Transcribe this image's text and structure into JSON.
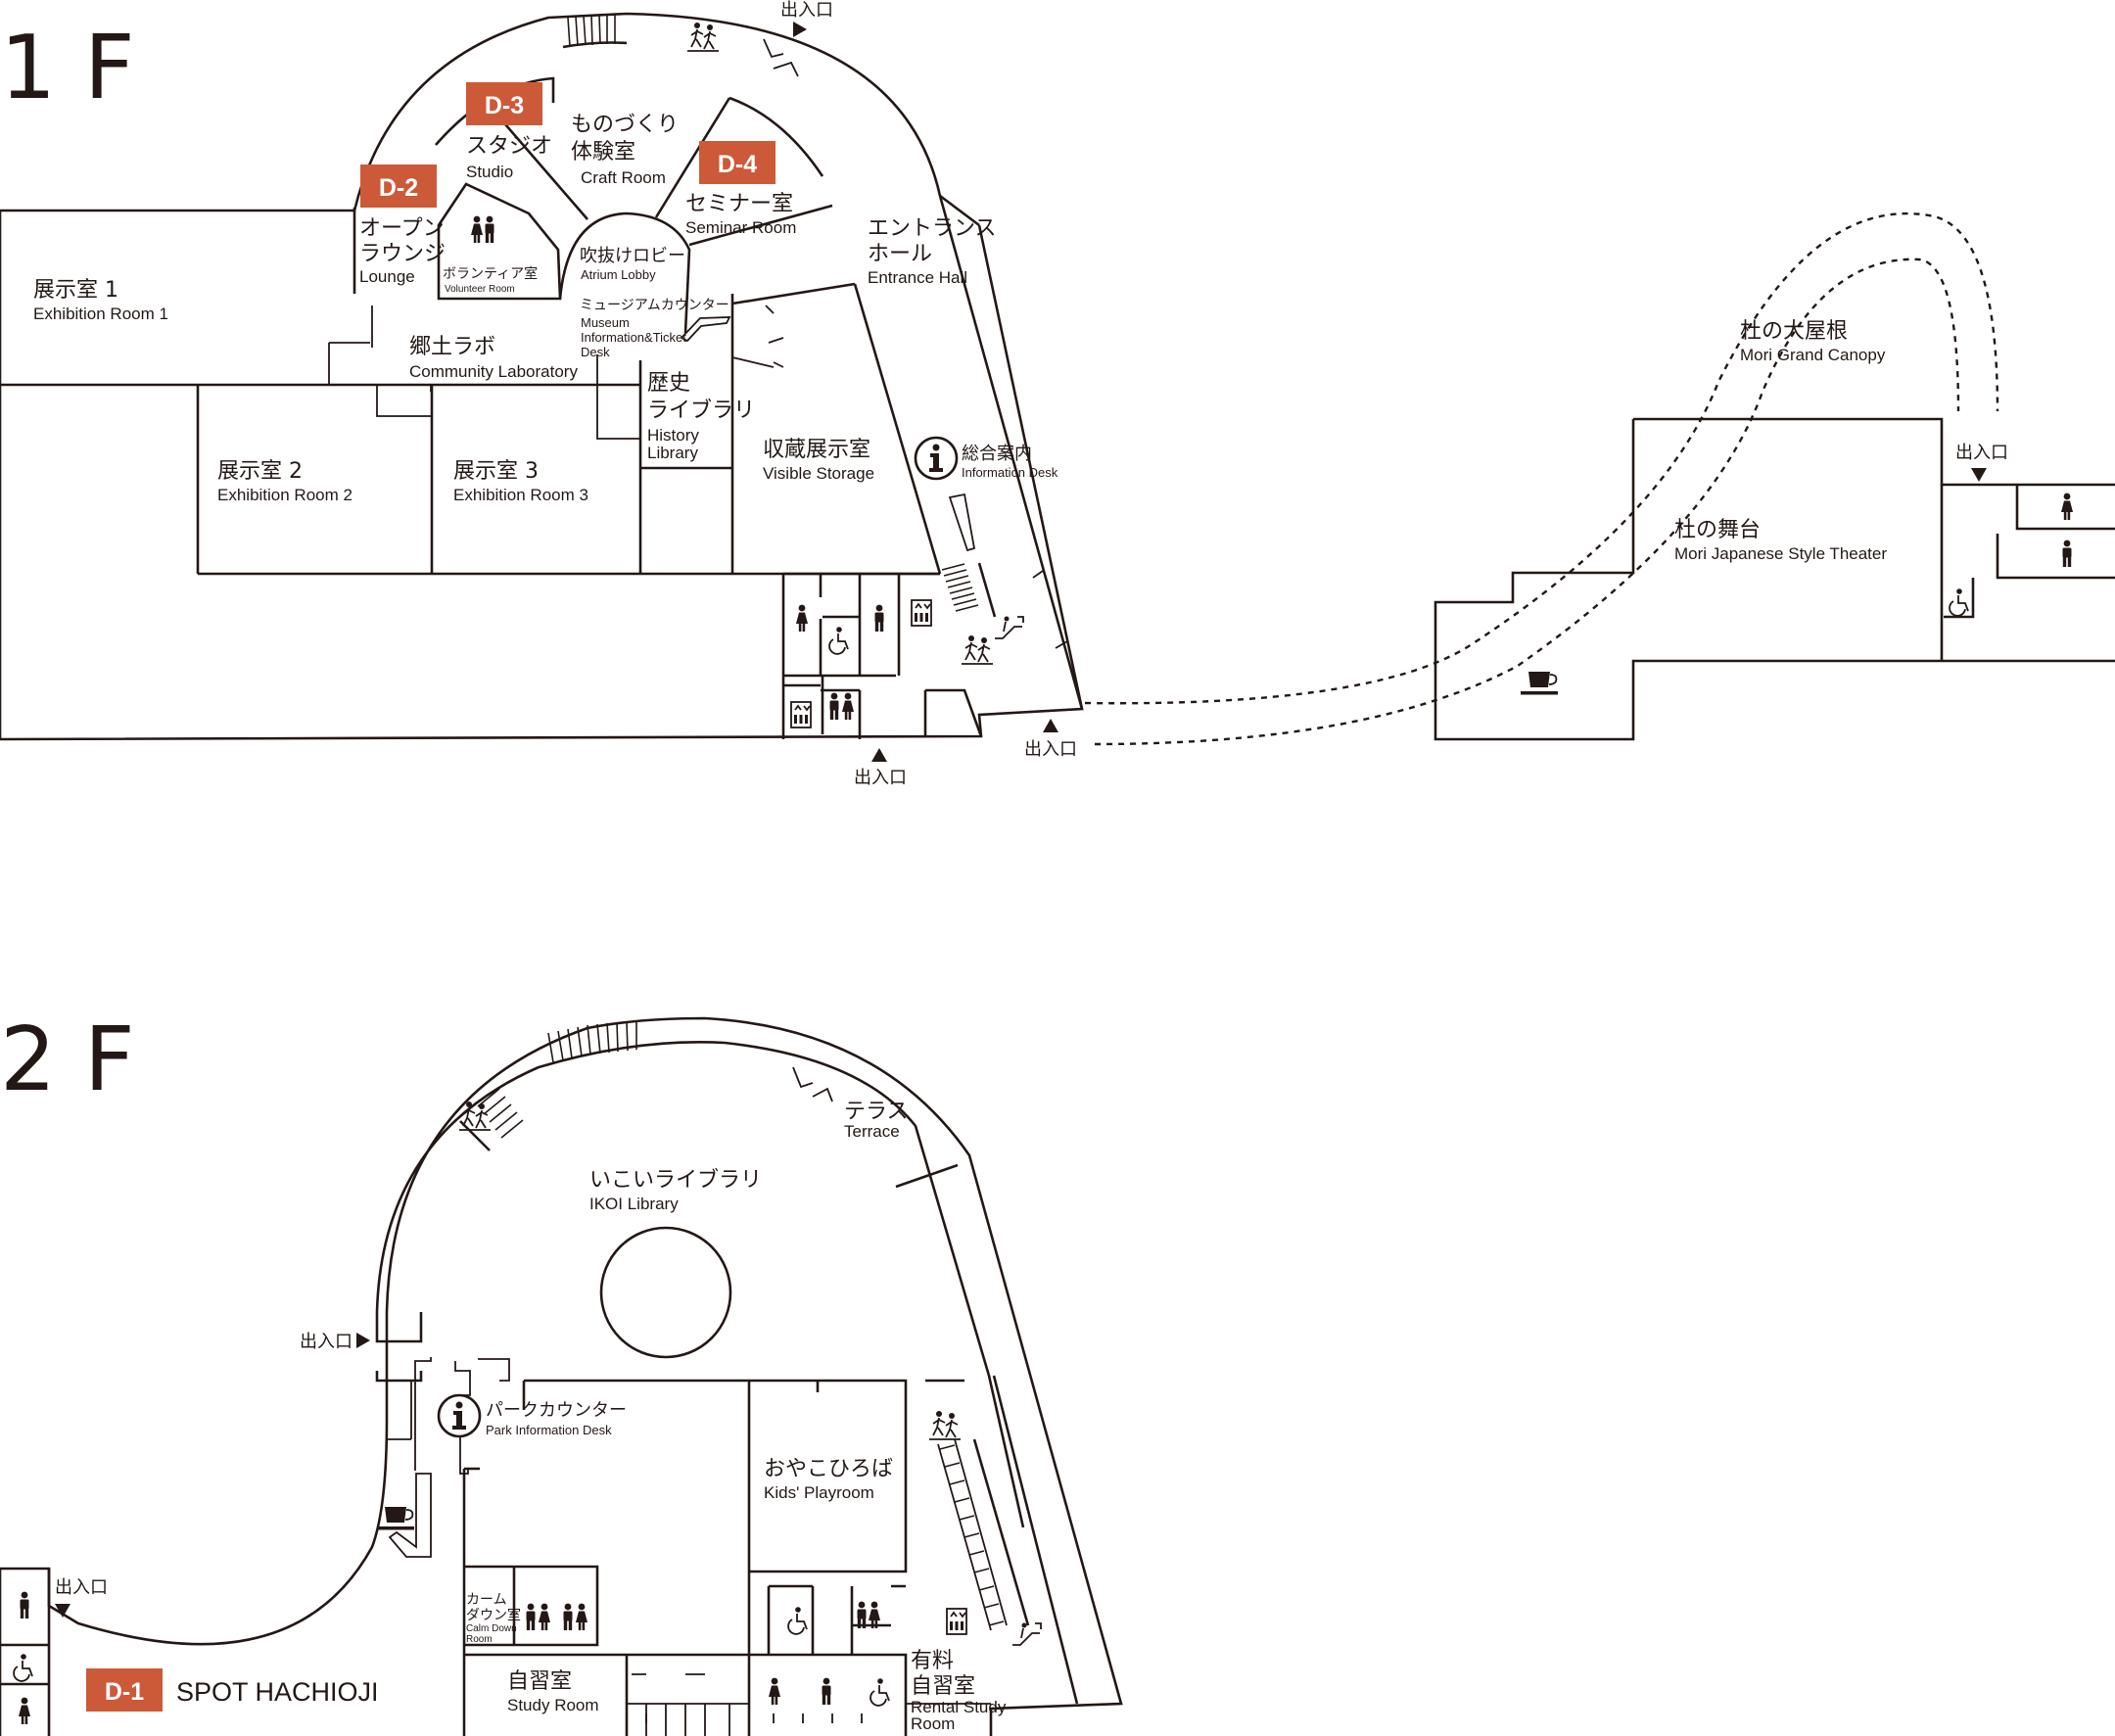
{
  "colors": {
    "ink": "#231815",
    "badge": "#cc5a38",
    "background": "#ffffff"
  },
  "floors": {
    "f1": "1 F",
    "f2": "2 F"
  },
  "entrance_label": "出入口",
  "rooms_1f": {
    "studio": {
      "ja": "スタジオ",
      "en": "Studio",
      "badge": "D-3"
    },
    "craft": {
      "ja1": "ものづくり",
      "ja2": "体験室",
      "en": "Craft Room"
    },
    "seminar": {
      "ja": "セミナー室",
      "en": "Seminar Room",
      "badge": "D-4"
    },
    "lounge": {
      "ja1": "オープン",
      "ja2": "ラウンジ",
      "en": "Lounge",
      "badge": "D-2"
    },
    "volunteer": {
      "ja": "ボランティア室",
      "en": "Volunteer Room"
    },
    "atrium": {
      "ja": "吹抜けロビー",
      "en": "Atrium Lobby"
    },
    "entrance_hall": {
      "ja1": "エントランス",
      "ja2": "ホール",
      "en": "Entrance Hall"
    },
    "exhibition1": {
      "ja": "展示室 1",
      "en": "Exhibition Room 1"
    },
    "exhibition2": {
      "ja": "展示室 2",
      "en": "Exhibition Room 2"
    },
    "exhibition3": {
      "ja": "展示室 3",
      "en": "Exhibition Room 3"
    },
    "community": {
      "ja": "郷土ラボ",
      "en": "Community Laboratory"
    },
    "museum_desk": {
      "ja": "ミュージアムカウンター",
      "en1": "Museum",
      "en2": "Information&Ticket",
      "en3": "Desk"
    },
    "history": {
      "ja1": "歴史",
      "ja2": "ライブラリ",
      "en1": "History",
      "en2": "Library"
    },
    "storage": {
      "ja": "収蔵展示室",
      "en": "Visible Storage"
    },
    "info": {
      "ja": "総合案内",
      "en": "Information Desk"
    },
    "canopy": {
      "ja": "杜の大屋根",
      "en": "Mori Grand Canopy"
    },
    "theater": {
      "ja": "杜の舞台",
      "en": "Mori Japanese Style Theater"
    }
  },
  "rooms_2f": {
    "terrace": {
      "ja": "テラス",
      "en": "Terrace"
    },
    "ikoi": {
      "ja": "いこいライブラリ",
      "en": "IKOI Library"
    },
    "park_desk": {
      "ja": "パークカウンター",
      "en": "Park Information Desk"
    },
    "kids": {
      "ja": "おやこひろば",
      "en": "Kids' Playroom"
    },
    "calm": {
      "ja1": "カーム",
      "ja2": "ダウン室",
      "en1": "Calm Down",
      "en2": "Room"
    },
    "study": {
      "ja": "自習室",
      "en": "Study Room"
    },
    "rental": {
      "ja1": "有料",
      "ja2": "自習室",
      "en1": "Rental Study",
      "en2": "Room"
    },
    "spot": {
      "badge": "D-1",
      "name": "SPOT HACHIOJI"
    }
  },
  "icons": [
    "info-icon",
    "toilet-female-icon",
    "toilet-male-icon",
    "accessible-toilet-icon",
    "elevator-icon",
    "escalator-icon",
    "cafe-icon",
    "nursing-room-icon",
    "locker-icon",
    "multipurpose-toilet-icon",
    "stairs-icon",
    "entrance-arrow-icon"
  ]
}
